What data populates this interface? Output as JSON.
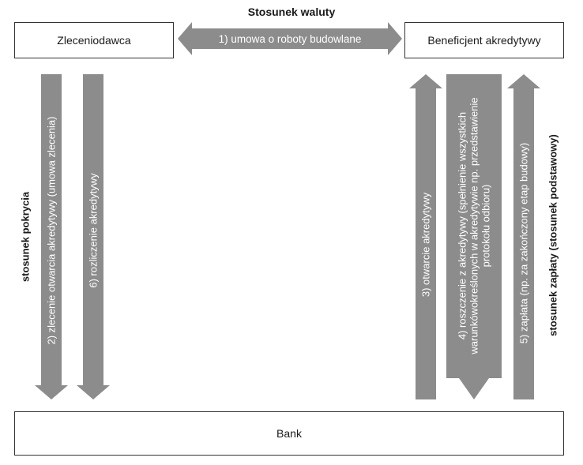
{
  "title": "Stosunek waluty",
  "boxes": {
    "client": "Zleceniodawca",
    "beneficiary": "Beneficjent akredytywy",
    "bank": "Bank"
  },
  "arrows": {
    "a1": "1) umowa o roboty budowlane",
    "a2": "2) zlecenie otwarcia akredytywy (umowa zlecenia)",
    "a6": "6) rozliczenie akredytywy",
    "a3": "3) otwarcie akredytywy",
    "a4_line1": "4) roszczenie z akredytywy (spełnienie wszystkich",
    "a4_line2": "warunkówokreślonych w akredytywie np. przedstawienie",
    "a4_line3": "protokołu odbioru)",
    "a5": "5) zapłata (np. za zakończony etap budowy)"
  },
  "side_labels": {
    "left": "stosunek pokrycia",
    "right": "stosunek zapłaty (stosunek podstawowy)"
  },
  "colors": {
    "arrow": "#8c8c8c",
    "border": "#333333"
  }
}
